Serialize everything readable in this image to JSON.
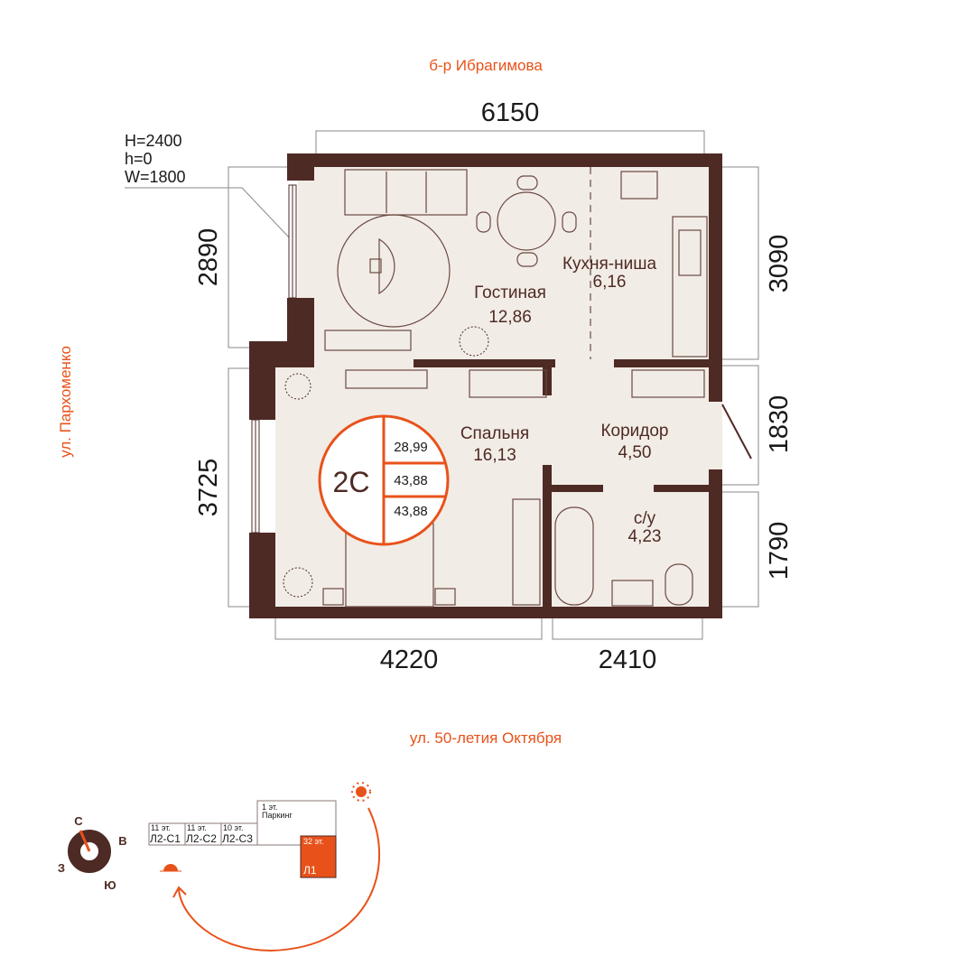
{
  "streets": {
    "top": "б-р Ибрагимова",
    "left": "ул. Пархоменко",
    "bottom": "ул. 50-летия Октября"
  },
  "window_spec": {
    "H": "H=2400",
    "h": "h=0",
    "W": "W=1800"
  },
  "dimensions": {
    "top": "6150",
    "left_upper": "2890",
    "left_lower": "3725",
    "right_upper": "3090",
    "right_middle": "1830",
    "right_lower": "1790",
    "bottom_left": "4220",
    "bottom_right": "2410"
  },
  "rooms": [
    {
      "name": "Гостиная",
      "area": "12,86"
    },
    {
      "name": "Кухня-ниша",
      "area": "6,16"
    },
    {
      "name": "Спальня",
      "area": "16,13"
    },
    {
      "name": "Коридор",
      "area": "4,50"
    },
    {
      "name": "с/у",
      "area": "4,23"
    }
  ],
  "badge": {
    "type": "2С",
    "areas": [
      "28,99",
      "43,88",
      "43,88"
    ]
  },
  "compass": {
    "n": "С",
    "e": "В",
    "w": "З",
    "s": "Ю"
  },
  "site_plan": {
    "buildings": [
      {
        "floors": "11 эт.",
        "name": "Л2-С1"
      },
      {
        "floors": "11 эт.",
        "name": "Л2-С2"
      },
      {
        "floors": "10 эт.",
        "name": "Л2-С3"
      },
      {
        "floors": "1 эт.",
        "name": "Паркинг"
      },
      {
        "floors": "32 эт.",
        "name": "Л1"
      }
    ]
  },
  "colors": {
    "wall": "#4e2a24",
    "floor": "#f2ece6",
    "accent": "#e8521a"
  }
}
